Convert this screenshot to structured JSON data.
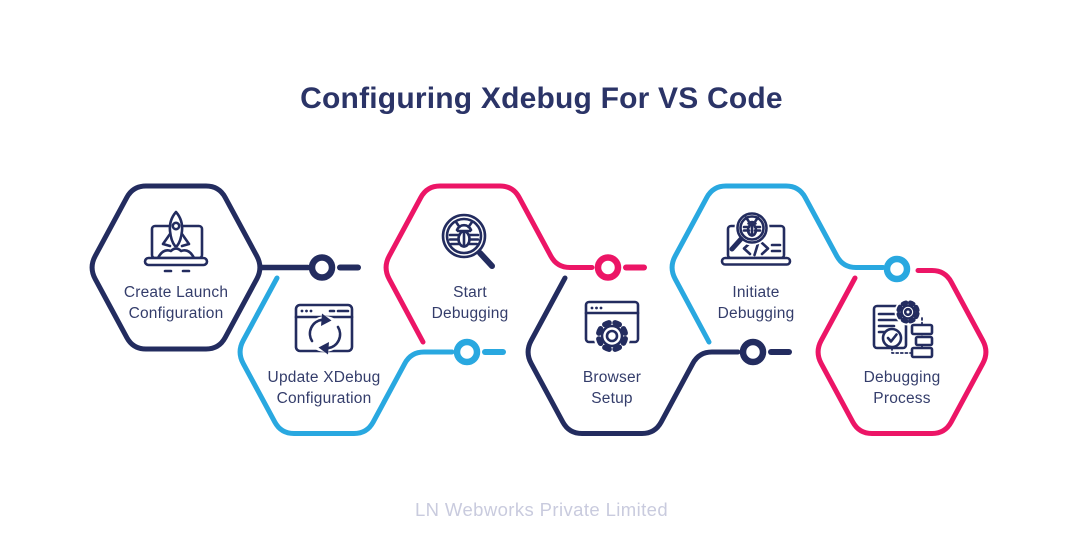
{
  "title": "Configuring Xdebug For VS Code",
  "footer": "LN Webworks Private Limited",
  "colors": {
    "navy": "#232C5F",
    "cyan": "#29A8E0",
    "pink": "#EC1566",
    "title_text": "#2B3467",
    "label_text": "#343D6B",
    "footer_text": "#C9CBDE",
    "background": "#FFFFFF"
  },
  "steps": [
    {
      "label_line1": "Create Launch",
      "label_line2": "Configuration",
      "color": "navy",
      "icon": "laptop-rocket-icon"
    },
    {
      "label_line1": "Update XDebug",
      "label_line2": "Configuration",
      "color": "cyan",
      "icon": "browser-refresh-icon"
    },
    {
      "label_line1": "Start",
      "label_line2": "Debugging",
      "color": "pink",
      "icon": "magnifier-bug-icon"
    },
    {
      "label_line1": "Browser",
      "label_line2": "Setup",
      "color": "navy",
      "icon": "browser-gear-icon"
    },
    {
      "label_line1": "Initiate",
      "label_line2": "Debugging",
      "color": "cyan",
      "icon": "laptop-debug-code-icon"
    },
    {
      "label_line1": "Debugging",
      "label_line2": "Process",
      "color": "pink",
      "icon": "document-gear-process-icon"
    }
  ]
}
